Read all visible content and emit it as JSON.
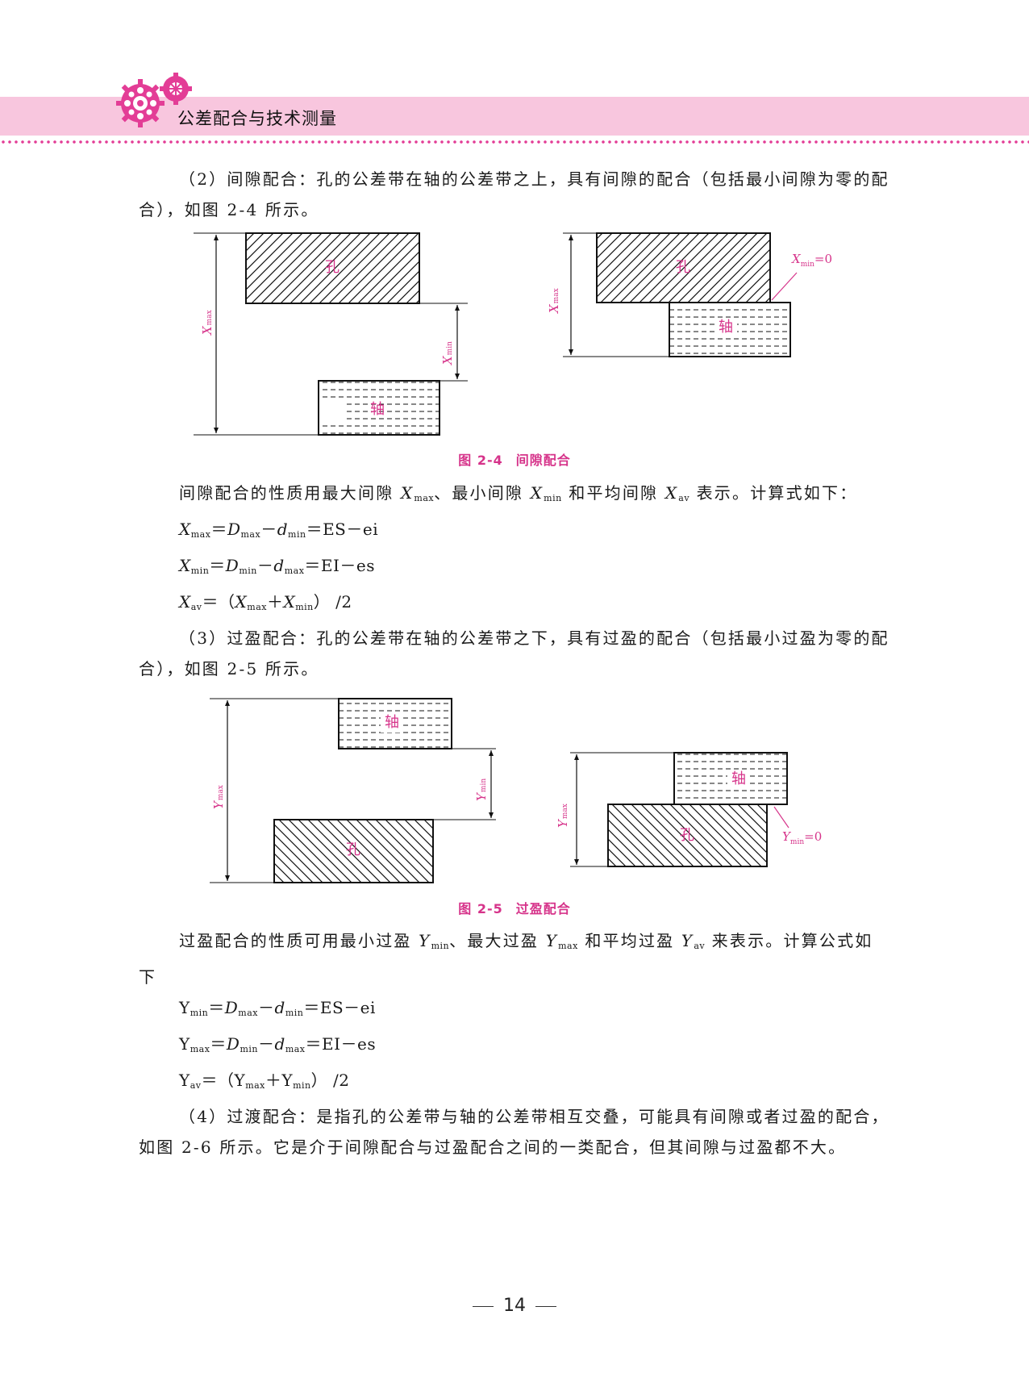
{
  "header": {
    "title": "公差配合与技术测量",
    "accent_color": "#e33d96",
    "band_color": "#f8c6de",
    "icon": "gear-icon"
  },
  "paragraphs": {
    "p1": "（2）间隙配合：孔的公差带在轴的公差带之上，具有间隙的配合（包括最小间隙为零的配合），如图 2-4 所示。",
    "p2_a": "间隙配合的性质用最大间隙 ",
    "p2_b": "、最小间隙 ",
    "p2_c": " 和平均间隙 ",
    "p2_d": " 表示。计算式如下：",
    "p3": "（3）过盈配合：孔的公差带在轴的公差带之下，具有过盈的配合（包括最小过盈为零的配合），如图 2-5 所示。",
    "p4_a": "过盈配合的性质可用最小过盈 ",
    "p4_b": "、最大过盈 ",
    "p4_c": " 和平均过盈 ",
    "p4_d": " 来表示。计算公式如下",
    "p5": "（4）过渡配合：是指孔的公差带与轴的公差带相互交叠，可能具有间隙或者过盈的配合，如图 2-6 所示。它是介于间隙配合与过盈配合之间的一类配合，但其间隙与过盈都不大。"
  },
  "symbols": {
    "X": "X",
    "Y": "Y",
    "D": "D",
    "d": "d",
    "max": "max",
    "min": "min",
    "av": "av",
    "ES": "ES",
    "EI": "EI",
    "es": "es",
    "ei": "ei",
    "eq": "＝",
    "minus": "－",
    "plus": "＋",
    "lparen": "（",
    "rparen": "）",
    "div2": " /2",
    "zero": "=0"
  },
  "labels": {
    "hole": "孔",
    "shaft": "轴"
  },
  "figures": {
    "fig24": {
      "number": "图 2-4",
      "title": "间隙配合"
    },
    "fig25": {
      "number": "图 2-5",
      "title": "过盈配合"
    }
  },
  "page_number": "14"
}
